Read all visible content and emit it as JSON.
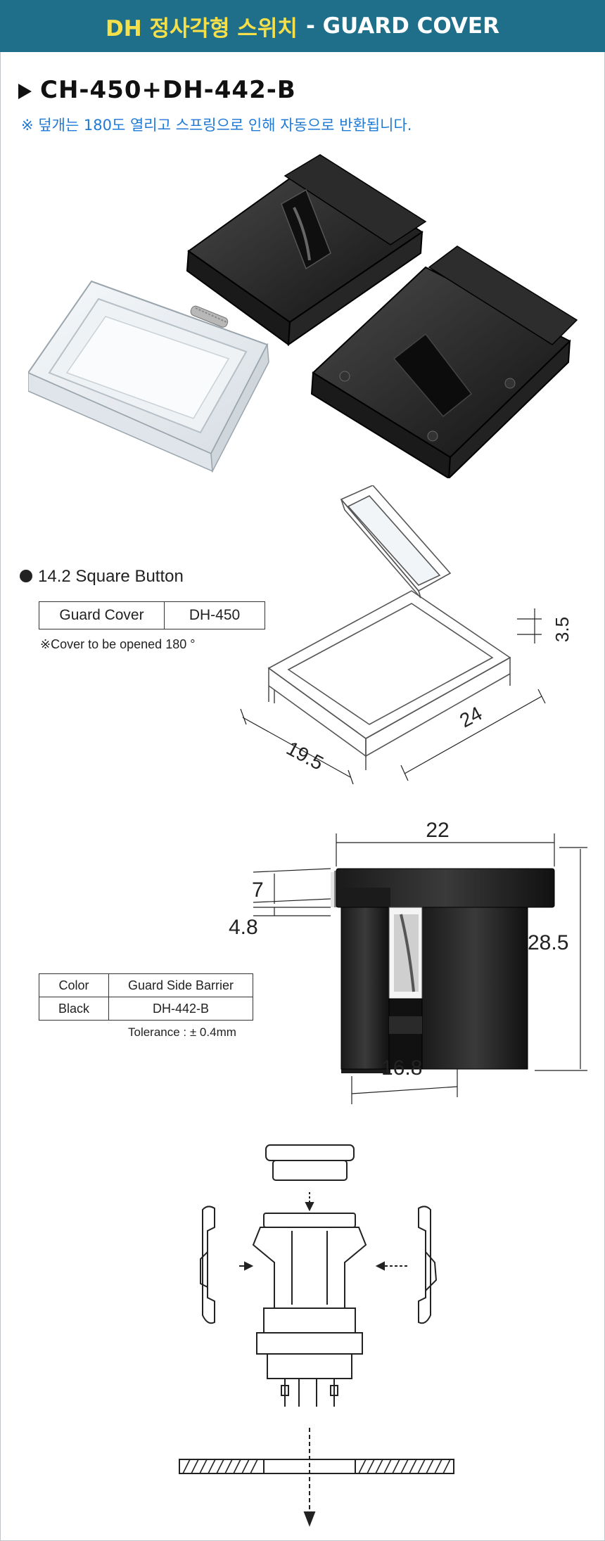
{
  "header": {
    "title_korean": "DH 정사각형 스위치",
    "title_english": "- GUARD COVER",
    "bar_color": "#1f6f8b",
    "title_accent_color": "#f6e04a"
  },
  "product": {
    "model": "CH-450+DH-442-B",
    "note": "※ 덮개는 180도 열리고 스프링으로 인해 자동으로 반환됩니다.",
    "note_color": "#1f7ad6"
  },
  "guard_cover_spec": {
    "heading": "14.2 Square Button",
    "table": {
      "label": "Guard Cover",
      "value": "DH-450"
    },
    "note": "※Cover to be opened 180 °"
  },
  "guard_cover_dims": {
    "height": "3.5",
    "depth": "19.5",
    "width": "24"
  },
  "barrier_dims": {
    "top_width": "22",
    "upper_height": "7",
    "step": "4.8",
    "height": "28.5",
    "bottom_width": "16.8"
  },
  "barrier_spec": {
    "headers": [
      "Color",
      "Guard Side Barrier"
    ],
    "row": [
      "Black",
      "DH-442-B"
    ],
    "tolerance": "Tolerance : ± 0.4mm"
  }
}
